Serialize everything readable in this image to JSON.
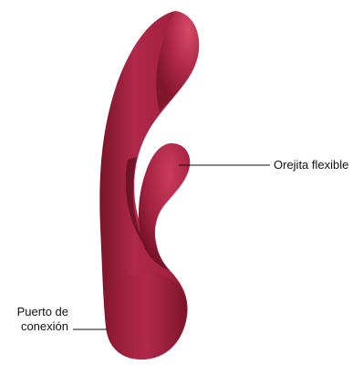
{
  "labels": {
    "flexible_tip": "Orejita flexible",
    "connection_port_line1": "Puerto de",
    "connection_port_line2": "conexión"
  },
  "colors": {
    "body_base": "#9c1f3a",
    "body_highlight": "#e0506c",
    "body_shadow": "#4a0a1a",
    "leader_line": "#111111",
    "text": "#111111"
  }
}
